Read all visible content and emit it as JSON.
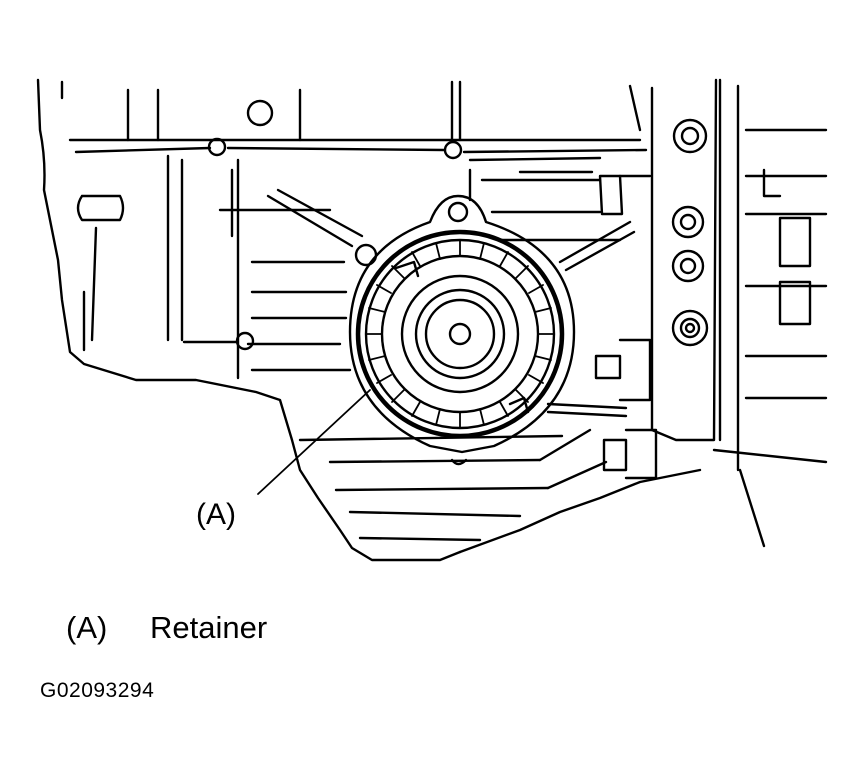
{
  "callout": {
    "marker": "(A)"
  },
  "legend": {
    "key": "(A)",
    "description": "Retainer"
  },
  "figure_id": "G02093294"
}
